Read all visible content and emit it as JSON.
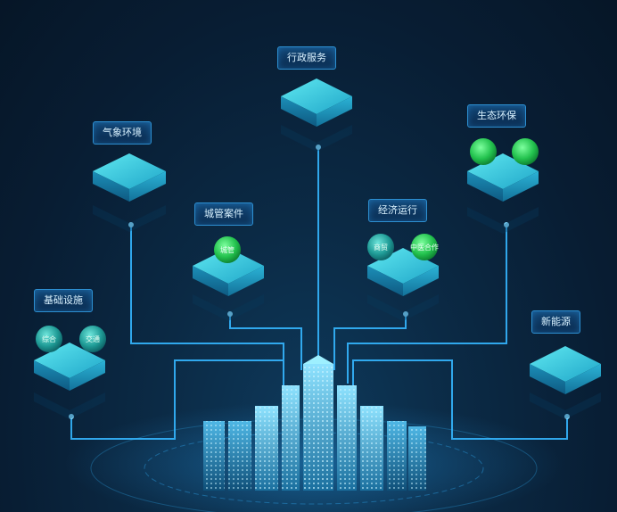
{
  "categories": {
    "admin_services": "行政服务",
    "meteorology": "气象环境",
    "ecology": "生态环保",
    "urban_management": "城管案件",
    "economic_operation": "经济运行",
    "infrastructure": "基础设施",
    "new_energy": "新能源"
  },
  "sub_items": {
    "urban_management": [
      "城管"
    ],
    "economic_operation": [
      "商贸",
      "中医合作"
    ],
    "infrastructure": [
      "综合",
      "交通"
    ]
  },
  "colors": {
    "background": "#081d33",
    "line": "#35b6ff",
    "platform_top": "#3fd6e6",
    "platform_side": "#1a7fa8",
    "green_ball": "#2fd15a",
    "teal_ball": "#2aa6a0",
    "label_border": "#2d8fd1"
  }
}
